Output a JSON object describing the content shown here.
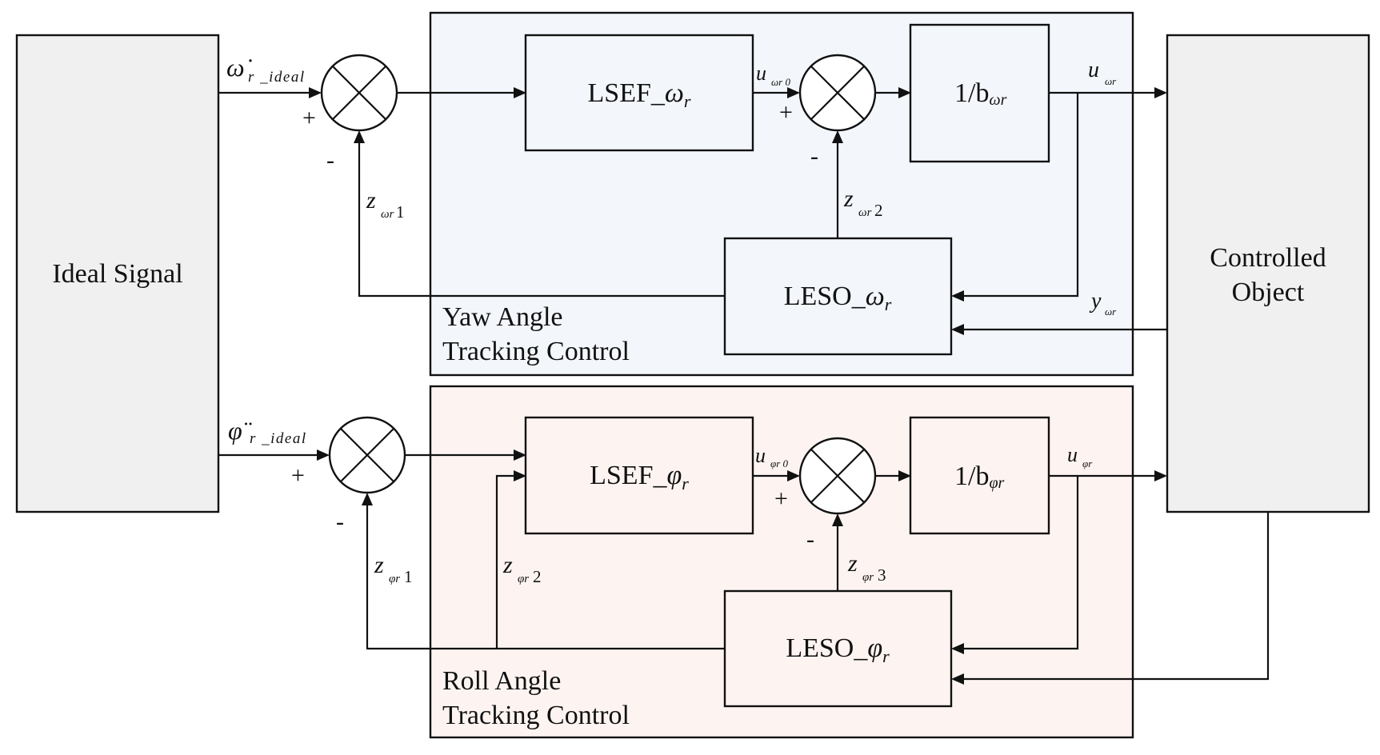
{
  "diagram": {
    "type": "block-diagram",
    "colors": {
      "yaw_panel_bg": "#f3f6fb",
      "roll_panel_bg": "#fdf4f1",
      "outer_box_bg": "#f0f0f0",
      "line": "#111111"
    },
    "blocks": {
      "ideal_signal": "Ideal Signal",
      "controlled_object_line1": "Controlled",
      "controlled_object_line2": "Object"
    },
    "yaw": {
      "panel_title_line1": "Yaw Angle",
      "panel_title_line2": "Tracking Control",
      "input_symbol": "ω̇",
      "input_sub": "r _ideal",
      "sum1_plus": "+",
      "sum1_minus": "-",
      "lsef_prefix": "LSEF_",
      "lsef_symbol": "ω",
      "lsef_sub": "r",
      "u0_symbol": "u",
      "u0_sub": "ωr 0",
      "sum2_plus": "+",
      "sum2_minus": "-",
      "gain_prefix": "1/b",
      "gain_sub": "ωr",
      "u_symbol": "u",
      "u_sub": "ωr",
      "leso_prefix": "LESO_",
      "leso_symbol": "ω",
      "leso_sub": "r",
      "y_symbol": "y",
      "y_sub": "ωr",
      "z1_symbol": "z",
      "z1_sub": "ωr",
      "z1_index": "1",
      "z2_symbol": "z",
      "z2_sub": "ωr",
      "z2_index": "2"
    },
    "roll": {
      "panel_title_line1": "Roll Angle",
      "panel_title_line2": "Tracking Control",
      "input_symbol": "φ̈",
      "input_sub": "r _ideal",
      "sum1_plus": "+",
      "sum1_minus": "-",
      "lsef_prefix": "LSEF_",
      "lsef_symbol": "φ",
      "lsef_sub": "r",
      "u0_symbol": "u",
      "u0_sub": "φr 0",
      "sum2_plus": "+",
      "sum2_minus": "-",
      "gain_prefix": "1/b",
      "gain_sub": "φr",
      "u_symbol": "u",
      "u_sub": "φr",
      "leso_prefix": "LESO_",
      "leso_symbol": "φ",
      "leso_sub": "r",
      "z1_symbol": "z",
      "z1_sub": "φr",
      "z1_index": "1",
      "z2_symbol": "z",
      "z2_sub": "φr",
      "z2_index": "2",
      "z3_symbol": "z",
      "z3_sub": "φr",
      "z3_index": "3"
    }
  }
}
